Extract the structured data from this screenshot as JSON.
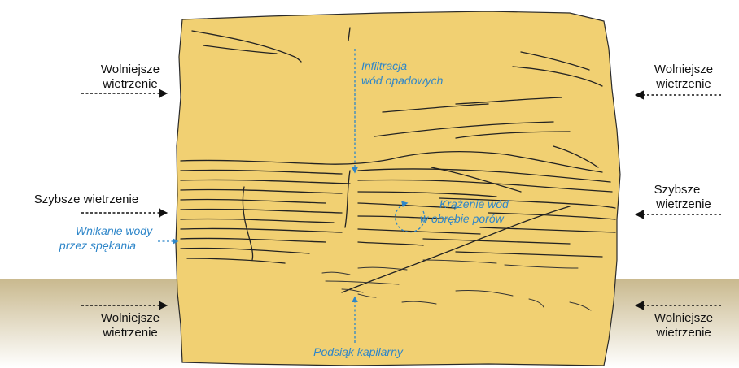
{
  "colors": {
    "rock_fill": "#f1d072",
    "rock_stroke": "#2a2a2a",
    "ground_top": "#c9b98e",
    "ground_bottom": "#ffffff",
    "annotation_blue": "#2e86c9",
    "arrow_black": "#111111"
  },
  "labels": {
    "left_top_line1": "Wolniejsze",
    "left_top_line2": "wietrzenie",
    "right_top_line1": "Wolniejsze",
    "right_top_line2": "wietrzenie",
    "left_mid": "Szybsze wietrzenie",
    "right_mid_line1": "Szybsze",
    "right_mid_line2": "wietrzenie",
    "left_bottom_line1": "Wolniejsze",
    "left_bottom_line2": "wietrzenie",
    "right_bottom_line1": "Wolniejsze",
    "right_bottom_line2": "wietrzenie"
  },
  "annotations": {
    "infiltration_line1": "Infiltracja",
    "infiltration_line2": "wód opadowych",
    "circulation_line1": "Krążenie wód",
    "circulation_line2": "w obrębie porów",
    "cracks_line1": "Wnikanie wody",
    "cracks_line2": "przez spękania",
    "capillary": "Podsiąk kapilarny"
  }
}
